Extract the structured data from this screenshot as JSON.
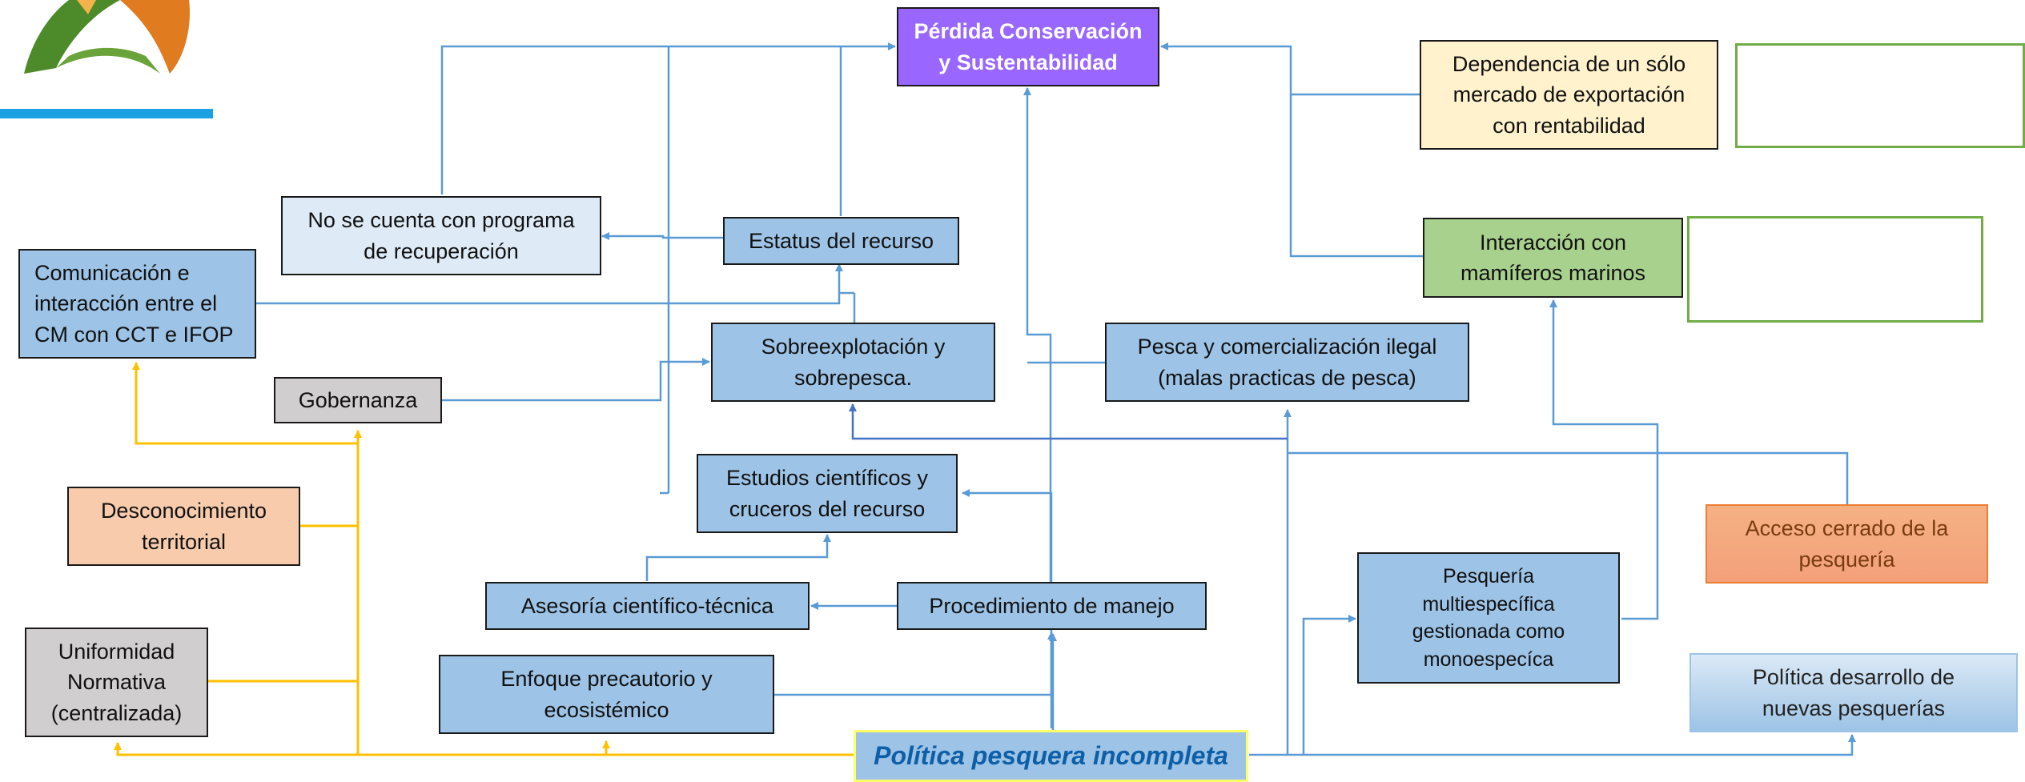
{
  "colors": {
    "connector_blue": "#5b9bd5",
    "connector_dark_blue": "#4472c4",
    "connector_yellow": "#ffc000",
    "logo_green": "#4d8a2a",
    "logo_orange": "#e07b20",
    "accent_bar": "#1ba1e2"
  },
  "nodes": {
    "perdida": "Pérdida Conservación\ny Sustentabilidad",
    "dependencia": "Dependencia de un sólo\nmercado de exportación\ncon rentabilidad",
    "no_programa": "No se cuenta con programa\nde recuperación",
    "estatus": "Estatus del recurso",
    "comunicacion": "Comunicación e\ninteracción entre el\nCM con CCT e IFOP",
    "interaccion_mamiferos": "Interacción con\nmamíferos marinos",
    "sobreexplotacion": "Sobreexplotación y\nsobrepesca.",
    "pesca_ilegal": "Pesca y comercialización ilegal\n(malas practicas de pesca)",
    "gobernanza": "Gobernanza",
    "estudios": "Estudios científicos y\ncruceros del recurso",
    "desconocimiento": "Desconocimiento\nterritorial",
    "acceso_cerrado": "Acceso cerrado de la\npesquería",
    "asesoria": "Asesoría científico-técnica",
    "procedimiento": "Procedimiento de manejo",
    "multiespecifica": "Pesquería\nmultiespecífica\ngestionada como\nmonoespecíca",
    "uniformidad": "Uniformidad\nNormativa\n(centralizada)",
    "enfoque": "Enfoque precautorio y\necosistémico",
    "politica_nuevas": "Política desarrollo de\nnuevas pesquerías",
    "politica_incompleta": "Política pesquera incompleta"
  },
  "logo": {
    "icon": "institution-logo-icon"
  }
}
